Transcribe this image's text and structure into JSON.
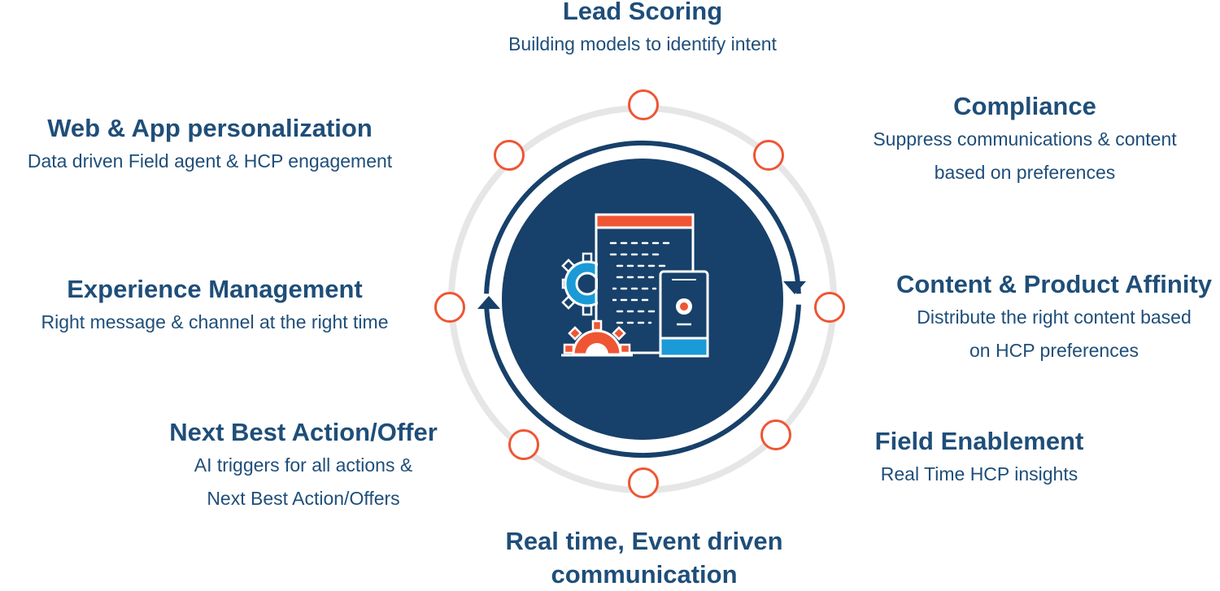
{
  "colors": {
    "navy": "#1f4e79",
    "dark_navy": "#17406a",
    "orange": "#ef5533",
    "blue_accent": "#1a9ad6",
    "ring_gray": "#e6e6e6"
  },
  "center": {
    "icon": "app-development-icon",
    "sub_icons": [
      "document-page-icon",
      "mobile-phone-icon",
      "gear-icon",
      "gear-icon"
    ]
  },
  "items": [
    {
      "title": "Lead Scoring",
      "desc": [
        "Building models to identify intent"
      ]
    },
    {
      "title": "Compliance",
      "desc": [
        "Suppress communications & content",
        "based on preferences"
      ]
    },
    {
      "title": "Content & Product Affinity",
      "desc": [
        "Distribute the right content based",
        "on HCP preferences"
      ]
    },
    {
      "title": "Field Enablement",
      "desc": [
        "Real Time HCP insights"
      ]
    },
    {
      "title": [
        "Real time, Event driven",
        "communication"
      ],
      "desc": []
    },
    {
      "title": "Next Best Action/Offer",
      "desc": [
        "AI triggers for all actions &",
        "Next Best Action/Offers"
      ]
    },
    {
      "title": "Experience Management",
      "desc": [
        "Right message & channel at the right time"
      ]
    },
    {
      "title": "Web & App personalization",
      "desc": [
        "Data driven Field agent & HCP engagement"
      ]
    }
  ]
}
